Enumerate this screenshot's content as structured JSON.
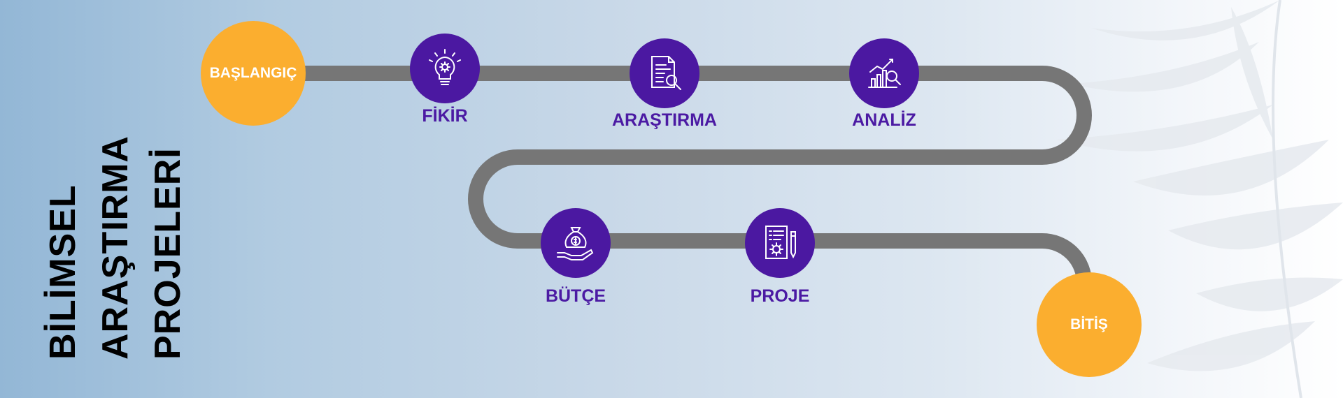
{
  "title_lines": [
    "BİLİMSEL",
    "ARAŞTIRMA",
    "PROJELERİ"
  ],
  "start_label": "BAŞLANGIÇ",
  "end_label": "BİTİŞ",
  "steps": [
    {
      "label": "FİKİR",
      "icon": "lightbulb-icon"
    },
    {
      "label": "ARAŞTIRMA",
      "icon": "document-search-icon"
    },
    {
      "label": "ANALİZ",
      "icon": "chart-magnifier-icon"
    },
    {
      "label": "BÜTÇE",
      "icon": "money-bag-hand-icon"
    },
    {
      "label": "PROJE",
      "icon": "document-gear-icon"
    }
  ],
  "colors": {
    "endpoint": "#fbae2f",
    "step_circle": "#4b18a1",
    "label_text": "#4b1aa3",
    "path": "#767676"
  }
}
